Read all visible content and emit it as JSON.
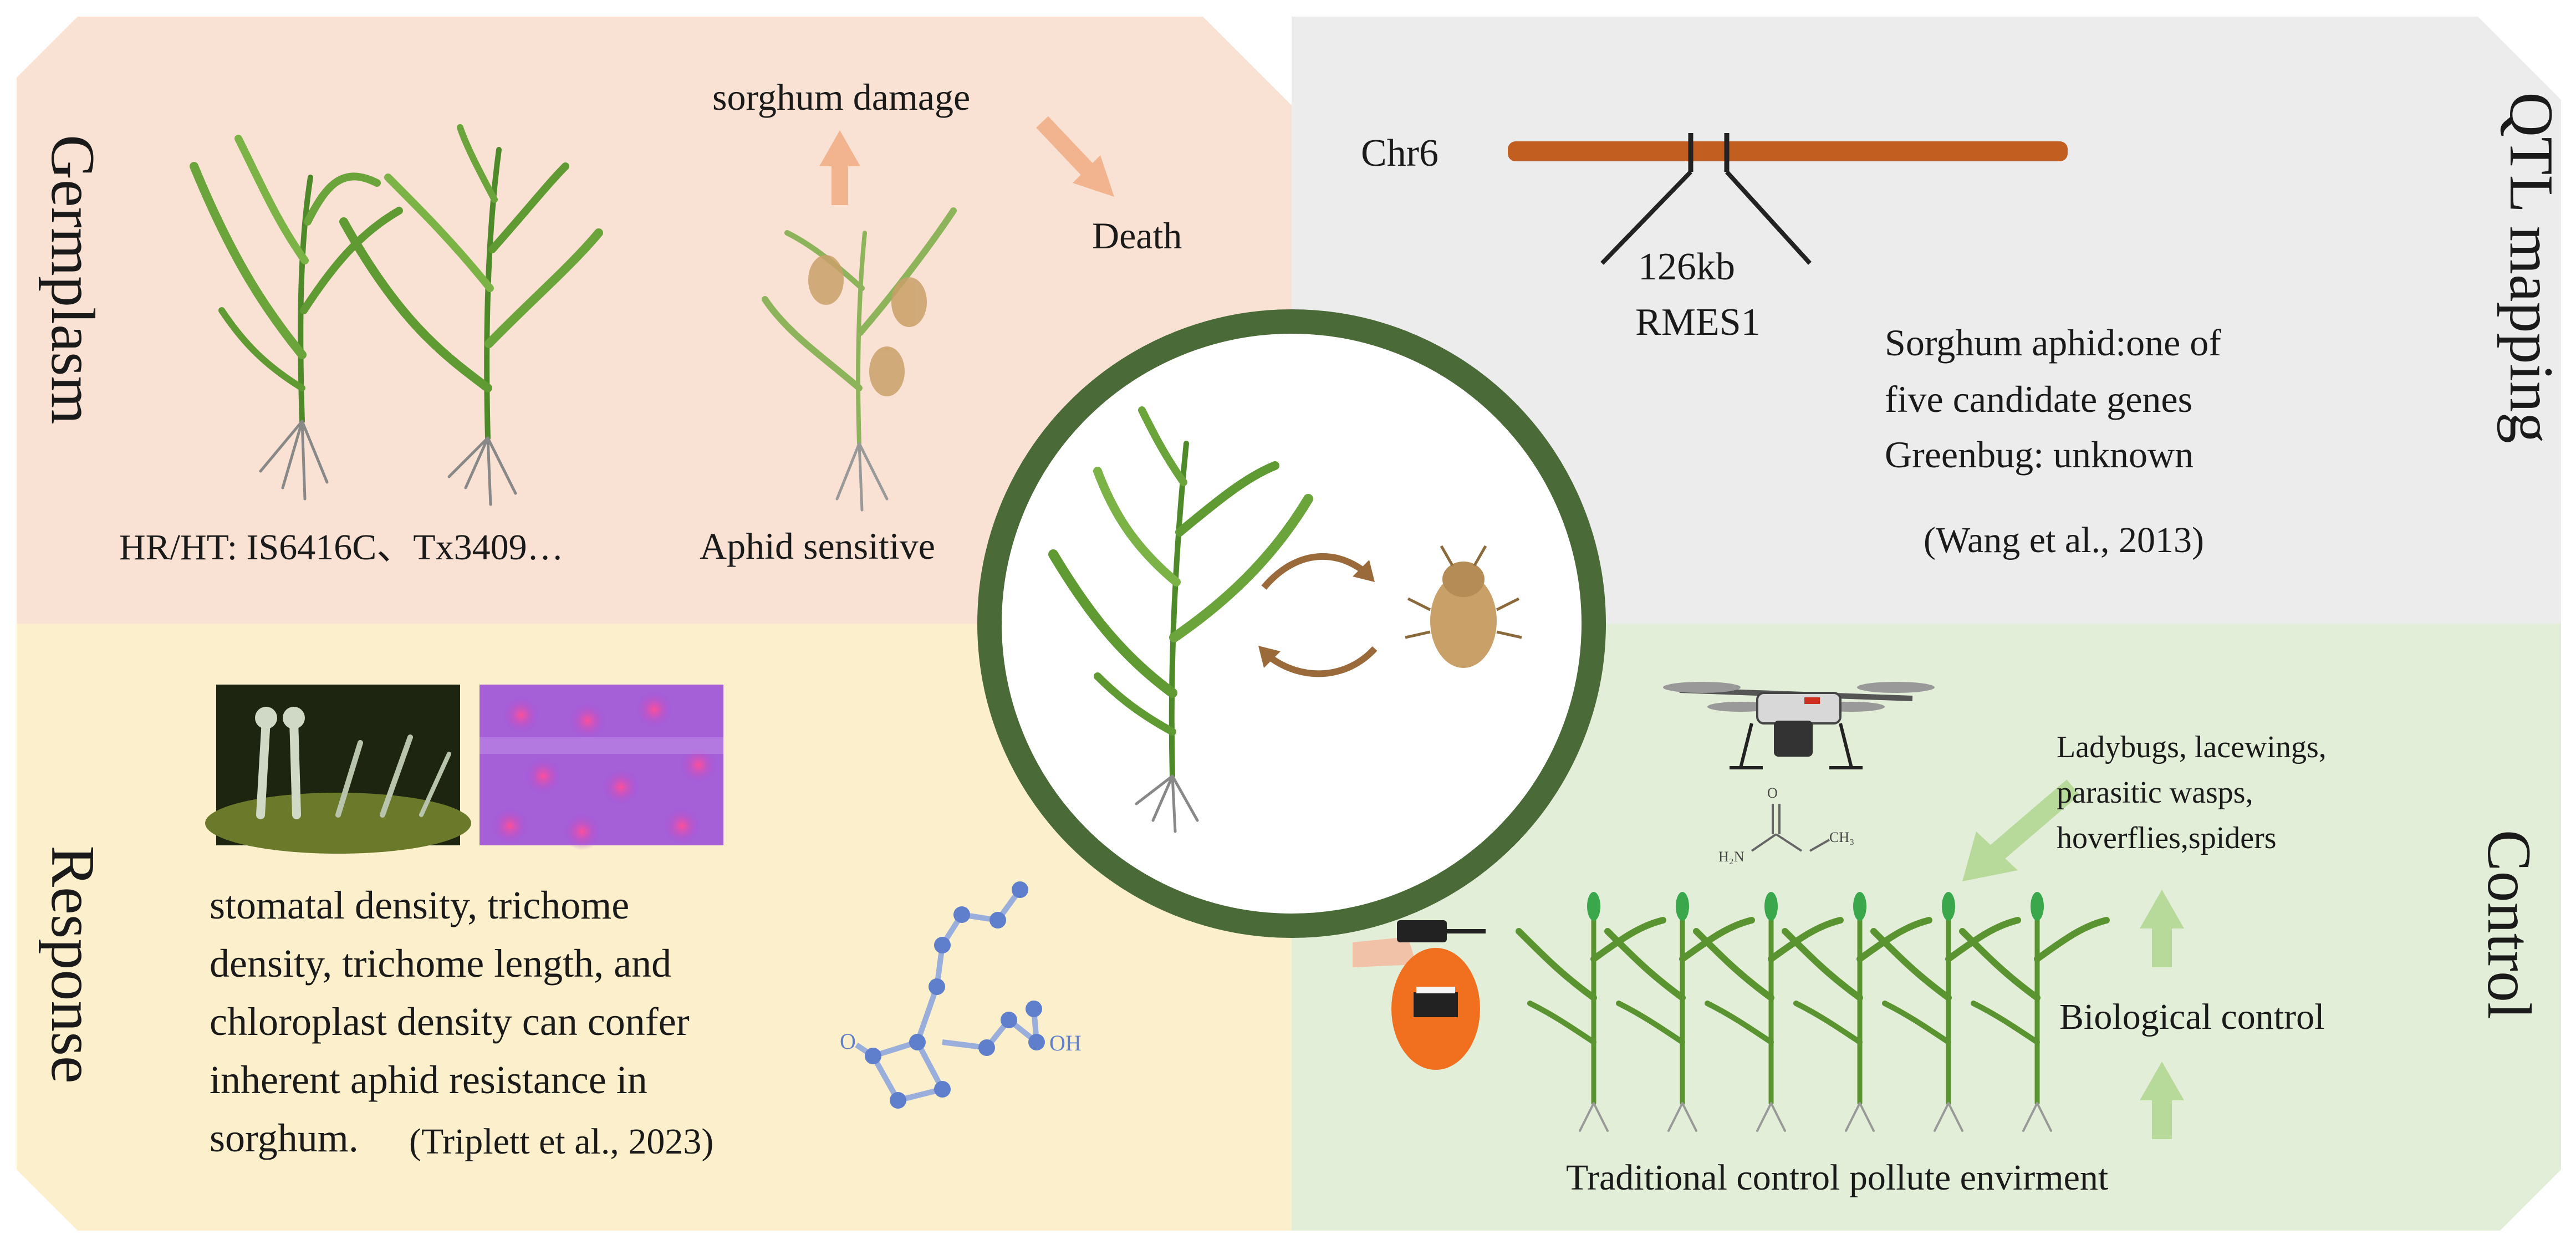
{
  "colors": {
    "germplasm_bg": "#f9e2d3",
    "qtl_bg": "#ececec",
    "response_bg": "#fcefcc",
    "control_bg": "#e3eed8",
    "ring": "#4a6a38",
    "chromosome": "#c25e1f",
    "arrow_orange": "#f2b48e",
    "arrow_green": "#b7d99a",
    "leaf_green": "#5f9a33"
  },
  "germplasm": {
    "title": "Germplasm",
    "damage_label": "sorghum damage",
    "death_label": "Death",
    "resistant_label": "HR/HT: IS6416C、Tx3409…",
    "sensitive_label": "Aphid sensitive"
  },
  "qtl": {
    "title": "QTL mapping",
    "chr_label": "Chr6",
    "region_size": "126kb",
    "gene": "RMES1",
    "note_line1": "Sorghum aphid:one of",
    "note_line2": "five candidate genes",
    "note_line3": "Greenbug: unknown",
    "citation": "(Wang et al., 2013)"
  },
  "response": {
    "title": "Response",
    "line1": "stomatal density, trichome",
    "line2": "density, trichome length, and",
    "line3": "chloroplast density can confer",
    "line4": "inherent aphid resistance in",
    "line5": "sorghum.",
    "citation": "(Triplett et al., 2023)"
  },
  "control": {
    "title": "Control",
    "enemies_line1": "Ladybugs, lacewings,",
    "enemies_line2": "parasitic wasps,",
    "enemies_line3": "hoverflies,spiders",
    "bio_label": "Biological control",
    "traditional_label": "Traditional control pollute envirment",
    "molecule_atoms": {
      "o": "O",
      "nh2": "H₂N",
      "ch3": "CH₃"
    }
  },
  "response_molecule_atoms": {
    "o": "O",
    "oh": "OH"
  }
}
